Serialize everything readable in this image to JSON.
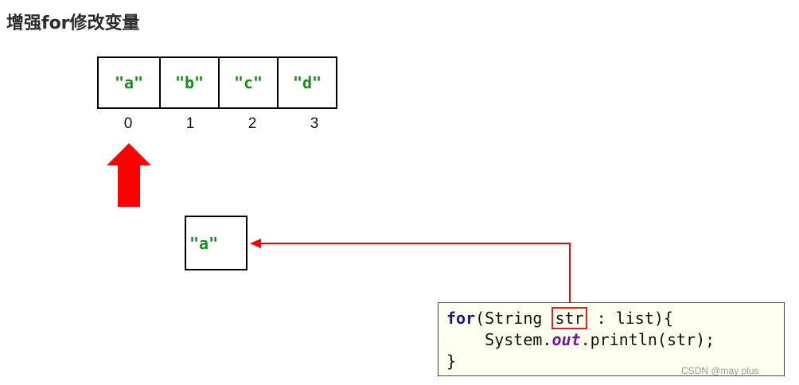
{
  "title": "增强for修改变量",
  "array": {
    "cells": [
      "\"a\"",
      "\"b\"",
      "\"c\"",
      "\"d\""
    ],
    "indices": [
      "0",
      "1",
      "2",
      "3"
    ]
  },
  "variable": {
    "value": "\"a\""
  },
  "code": {
    "line1_kw": "for",
    "line1_pre": "(String ",
    "line1_var": "str",
    "line1_post": " : list){",
    "line2_pre": "    System.",
    "line2_field": "out",
    "line2_post": ".println(str);",
    "line3": "}"
  },
  "watermark": "CSDN @may plus",
  "colors": {
    "string_literal": "#1a8a1a",
    "arrow": "#ff0000",
    "code_bg": "#fffff0"
  }
}
